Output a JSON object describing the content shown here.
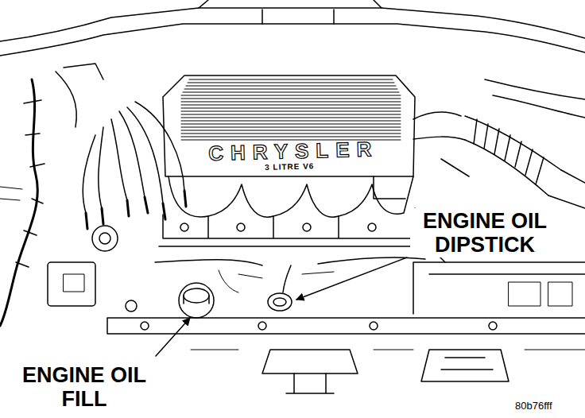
{
  "diagram": {
    "labels": [
      "CHRYSLER",
      "3 LITRE V6",
      "ENGINE OIL DIPSTICK",
      "ENGINE OIL FILL",
      "80b76fff"
    ]
  }
}
